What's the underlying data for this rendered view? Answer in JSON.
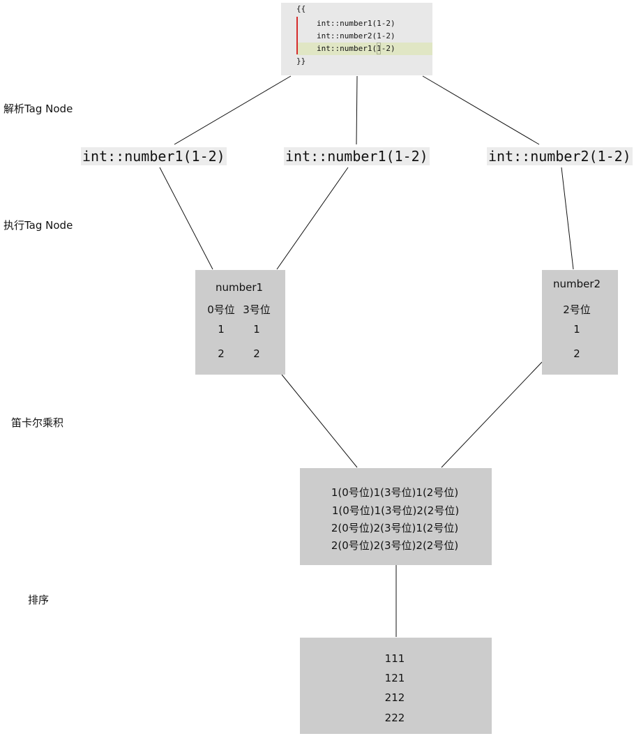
{
  "code_block": {
    "open": "{{",
    "lines": [
      "int::number1(1-2)",
      "int::number2(1-2)",
      "int::number1(1-2)"
    ],
    "close": "}}"
  },
  "stages": {
    "parse": "解析Tag Node",
    "execute": "执行Tag Node",
    "cartesian": "笛卡尔乘积",
    "sort": "排序"
  },
  "tag_nodes": [
    "int::number1(1-2)",
    "int::number1(1-2)",
    "int::number2(1-2)"
  ],
  "number1_box": {
    "title": "number1",
    "headers": [
      "0号位",
      "3号位"
    ],
    "rows": [
      [
        "1",
        "1"
      ],
      [
        "2",
        "2"
      ]
    ]
  },
  "number2_box": {
    "title": "number2",
    "header": "2号位",
    "rows": [
      "1",
      "2"
    ]
  },
  "cartesian_box": {
    "rows": [
      "1(0号位)1(3号位)1(2号位)",
      "1(0号位)1(3号位)2(2号位)",
      "2(0号位)2(3号位)1(2号位)",
      "2(0号位)2(3号位)2(2号位)"
    ]
  },
  "sorted_box": {
    "rows": [
      "111",
      "121",
      "212",
      "222"
    ]
  }
}
